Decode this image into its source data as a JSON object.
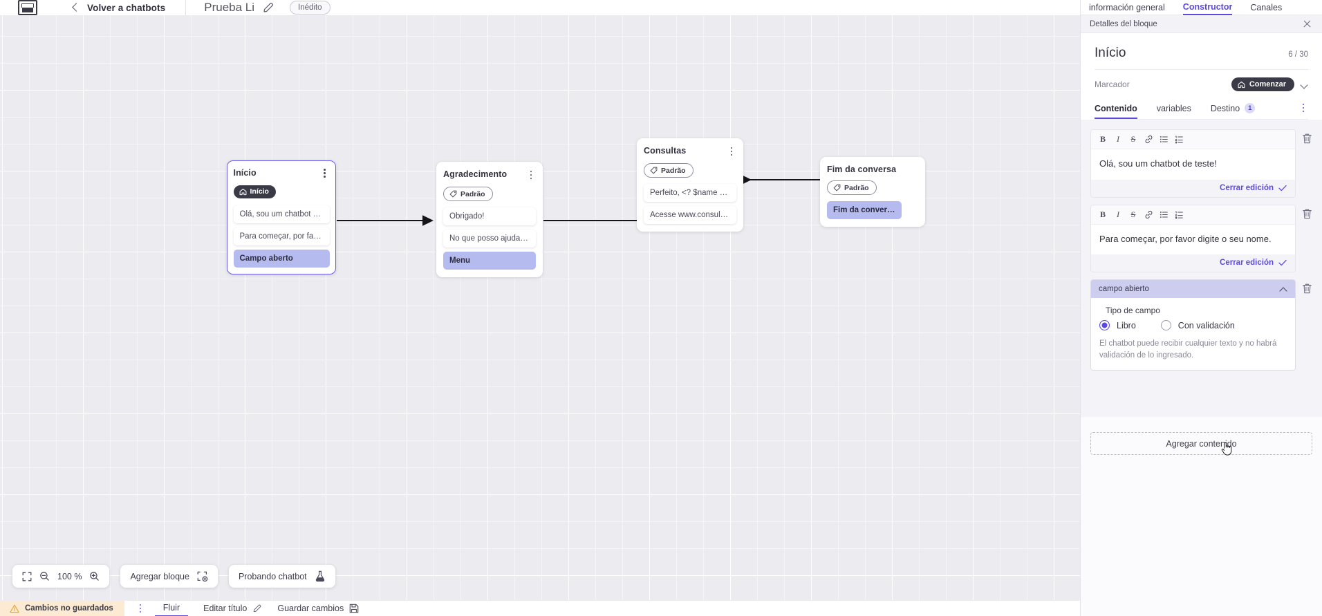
{
  "topbar": {
    "logo_icon": "app-logo-icon",
    "back_icon": "chevron-left-icon",
    "back_label": "Volver a chatbots",
    "bot_title": "Prueba Li",
    "edit_icon": "pencil-icon",
    "status_badge": "Inédito"
  },
  "canvas": {
    "nodes": [
      {
        "title": "Início",
        "tag": "Início",
        "tag_icon": "home-icon",
        "tag_style": "start",
        "rows": [
          {
            "text": "Olá, sou um chatbot de teste!",
            "highlight": false
          },
          {
            "text": "Para começar, por favor digite o ...",
            "highlight": false
          },
          {
            "text": "Campo aberto",
            "highlight": true
          }
        ]
      },
      {
        "title": "Agradecimento",
        "tag": "Padrão",
        "tag_icon": "tag-icon",
        "tag_style": "default",
        "rows": [
          {
            "text": "Obrigado!",
            "highlight": false
          },
          {
            "text": "No que posso ajudar, <? $name ...",
            "highlight": false
          },
          {
            "text": "Menu",
            "highlight": true
          }
        ]
      },
      {
        "title": "Consultas",
        "tag": "Padrão",
        "tag_icon": "tag-icon",
        "tag_style": "default",
        "rows": [
          {
            "text": "Perfeito, <? $name ?>!",
            "highlight": false
          },
          {
            "text": "Acesse www.consultas.com par...",
            "highlight": false
          }
        ]
      },
      {
        "title": "Fim da conversa",
        "tag": "Padrão",
        "tag_icon": "tag-icon",
        "tag_style": "default",
        "rows": [
          {
            "text": "Fim da conversa",
            "highlight": true
          }
        ]
      }
    ]
  },
  "canvas_toolbar": {
    "fit_icon": "fit-screen-icon",
    "zoom_out_icon": "zoom-out-icon",
    "zoom_level": "100 %",
    "zoom_in_icon": "zoom-in-icon",
    "add_block_label": "Agregar bloque",
    "add_block_icon": "add-block-icon",
    "test_bot_label": "Probando chatbot",
    "test_bot_icon": "flask-icon"
  },
  "statusbar": {
    "warning_icon": "warning-triangle-icon",
    "unsaved_label": "Cambios no guardados",
    "kebab_icon": "more-vertical-icon",
    "flow_tab": "Fluir",
    "edit_title_label": "Editar título",
    "edit_title_icon": "pencil-icon",
    "save_label": "Guardar cambios",
    "save_icon": "save-disk-icon"
  },
  "panel": {
    "tabs": [
      {
        "label": "información general",
        "active": false
      },
      {
        "label": "Constructor",
        "active": true
      },
      {
        "label": "Canales",
        "active": false
      }
    ],
    "header_title": "Detalles del bloque",
    "close_icon": "close-icon",
    "block_title": "Início",
    "block_count": "6 / 30",
    "marker_label": "Marcador",
    "marker_pill": "Comenzar",
    "marker_pill_icon": "home-icon",
    "marker_chevron_icon": "chevron-down-icon",
    "content_tabs": [
      {
        "label": "Contenido",
        "active": true,
        "badge": null
      },
      {
        "label": "variables",
        "active": false,
        "badge": null
      },
      {
        "label": "Destino",
        "active": false,
        "badge": "1"
      }
    ],
    "content_tabs_kebab_icon": "more-vertical-icon",
    "format_buttons": [
      {
        "name": "bold-icon",
        "glyph": "B"
      },
      {
        "name": "italic-icon",
        "glyph": "I"
      },
      {
        "name": "strikethrough-icon",
        "glyph": "S"
      },
      {
        "name": "link-icon",
        "glyph": ""
      },
      {
        "name": "bulleted-list-icon",
        "glyph": ""
      },
      {
        "name": "numbered-list-icon",
        "glyph": ""
      }
    ],
    "editors": [
      {
        "text": "Olá, sou um chatbot de teste!",
        "close_label": "Cerrar edición"
      },
      {
        "text": "Para começar, por favor digite o seu nome.",
        "close_label": "Cerrar edición"
      }
    ],
    "field_block": {
      "header": "campo abierto",
      "collapse_icon": "chevron-up-icon",
      "type_label": "Tipo de campo",
      "options": [
        {
          "label": "Libro",
          "selected": true
        },
        {
          "label": "Con validación",
          "selected": false
        }
      ],
      "hint": "El chatbot puede recibir cualquier texto y no habrá validación de lo ingresado."
    },
    "add_content_label": "Agregar contenido",
    "delete_icon": "trash-icon",
    "cursor_icon": "pointer-hand-icon"
  },
  "colors": {
    "accent": "#5a4ae0",
    "canvas_bg": "#ececf0",
    "node_highlight": "#b6bbef",
    "warning_bg": "#fcebd2",
    "dark_pill": "#3b3b48"
  }
}
